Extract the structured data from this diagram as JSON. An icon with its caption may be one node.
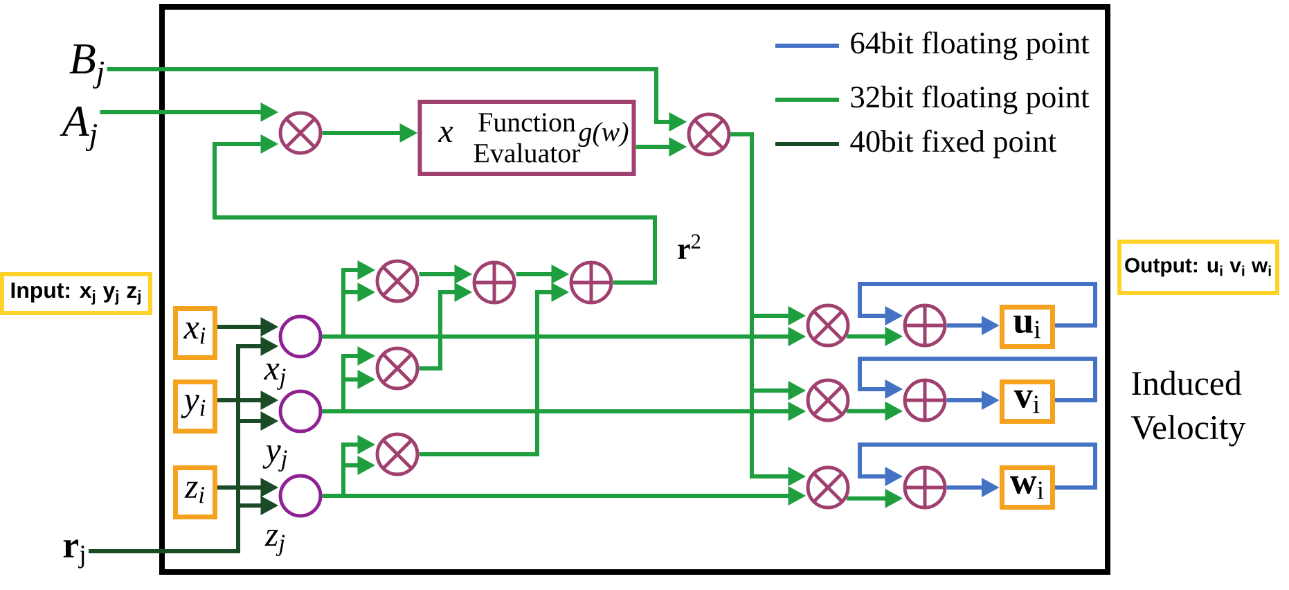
{
  "diagram": {
    "nodes": [
      {
        "text": [
          "B$_{j}$"
        ]
      },
      {
        "text": [
          "A$_{j}$"
        ]
      },
      {
        "text": [],
        "shape": "multiplier"
      },
      {
        "text": [
          "x",
          "Function Evaluator",
          "g(w)"
        ]
      },
      {
        "text": [],
        "shape": "multiplier"
      },
      {
        "text": [
          "Input: x$_{j}$ y$_{j}$ z$_{j}$"
        ]
      },
      {
        "text": [],
        "shape": "multiplier"
      },
      {
        "text": [],
        "shape": "adder"
      },
      {
        "text": [],
        "shape": "adder"
      },
      {
        "text": [
          "Output: u$_{i}$ v$_{i}$ w$_{i}$"
        ]
      },
      {
        "text": [
          "x$_{i}$"
        ]
      },
      {
        "text": [],
        "shape": "circle"
      },
      {
        "text": [],
        "shape": "multiplier"
      },
      {
        "text": [],
        "shape": "adder"
      },
      {
        "text": [
          "**u**$_{i}$"
        ]
      },
      {
        "text": [],
        "shape": "multiplier"
      },
      {
        "text": [
          "y$_{i}$"
        ]
      },
      {
        "text": [],
        "shape": "circle"
      },
      {
        "text": [],
        "shape": "multiplier"
      },
      {
        "text": [],
        "shape": "adder"
      },
      {
        "text": [
          "**v**$_{i}$"
        ]
      },
      {
        "text": [],
        "shape": "multiplier"
      },
      {
        "text": [
          "z$_{i}$"
        ]
      },
      {
        "text": [],
        "shape": "circle"
      },
      {
        "text": [],
        "shape": "multiplier"
      },
      {
        "text": [],
        "shape": "adder"
      },
      {
        "text": [
          "**w**$_{i}$"
        ]
      },
      {
        "text": [
          "**r**$_{j}$"
        ]
      }
    ],
    "edges": [
      {
        "from": 0,
        "to": 4,
        "arrow": "to"
      },
      {
        "from": 1,
        "to": 2,
        "arrow": "to"
      },
      {
        "from": 8,
        "to": 2,
        "arrow": "to",
        "label": "**r**$^{2}$"
      },
      {
        "from": 2,
        "to": 3,
        "arrow": "to"
      },
      {
        "from": 3,
        "to": 4,
        "arrow": "to"
      },
      {
        "from": 4,
        "to": 12,
        "arrow": "to"
      },
      {
        "from": 4,
        "to": 18,
        "arrow": "to"
      },
      {
        "from": 4,
        "to": 24,
        "arrow": "to"
      },
      {
        "from": 10,
        "to": 11,
        "arrow": "to",
        "color": "#1b4a27"
      },
      {
        "from": 16,
        "to": 17,
        "arrow": "to",
        "color": "#1b4a27"
      },
      {
        "from": 22,
        "to": 23,
        "arrow": "to",
        "color": "#1b4a27"
      },
      {
        "from": 27,
        "to": 11,
        "arrow": "to",
        "label": "x$_{j}$",
        "color": "#1b4a27"
      },
      {
        "from": 27,
        "to": 17,
        "arrow": "to",
        "label": "y$_{j}$",
        "color": "#1b4a27"
      },
      {
        "from": 27,
        "to": 23,
        "arrow": "to",
        "label": "z$_{j}$",
        "color": "#1b4a27"
      },
      {
        "from": 11,
        "to": 6,
        "arrow": "to"
      },
      {
        "from": 11,
        "to": 6,
        "arrow": "to"
      },
      {
        "from": 11,
        "to": 12,
        "arrow": "to"
      },
      {
        "from": 17,
        "to": 15,
        "arrow": "to"
      },
      {
        "from": 17,
        "to": 15,
        "arrow": "to"
      },
      {
        "from": 17,
        "to": 18,
        "arrow": "to"
      },
      {
        "from": 23,
        "to": 21,
        "arrow": "to"
      },
      {
        "from": 23,
        "to": 21,
        "arrow": "to"
      },
      {
        "from": 23,
        "to": 24,
        "arrow": "to"
      },
      {
        "from": 6,
        "to": 7,
        "arrow": "to"
      },
      {
        "from": 15,
        "to": 7,
        "arrow": "to"
      },
      {
        "from": 7,
        "to": 8,
        "arrow": "to"
      },
      {
        "from": 21,
        "to": 8,
        "arrow": "to"
      },
      {
        "from": 12,
        "to": 13,
        "arrow": "to"
      },
      {
        "from": 13,
        "to": 14,
        "arrow": "to",
        "color": "#4472c4"
      },
      {
        "from": 14,
        "to": 13,
        "arrow": "to",
        "color": "#4472c4"
      },
      {
        "from": 18,
        "to": 19,
        "arrow": "to"
      },
      {
        "from": 19,
        "to": 20,
        "arrow": "to",
        "color": "#4472c4"
      },
      {
        "from": 20,
        "to": 19,
        "arrow": "to",
        "color": "#4472c4"
      },
      {
        "from": 24,
        "to": 25,
        "arrow": "to"
      },
      {
        "from": 25,
        "to": 26,
        "arrow": "to",
        "color": "#4472c4"
      },
      {
        "from": 26,
        "to": 25,
        "arrow": "to",
        "color": "#4472c4"
      }
    ],
    "labels": [
      "Induced Velocity"
    ],
    "legend": [
      {
        "text": "64bit floating point"
      },
      {
        "text": "32bit floating point"
      },
      {
        "text": "40bit fixed point"
      }
    ]
  }
}
